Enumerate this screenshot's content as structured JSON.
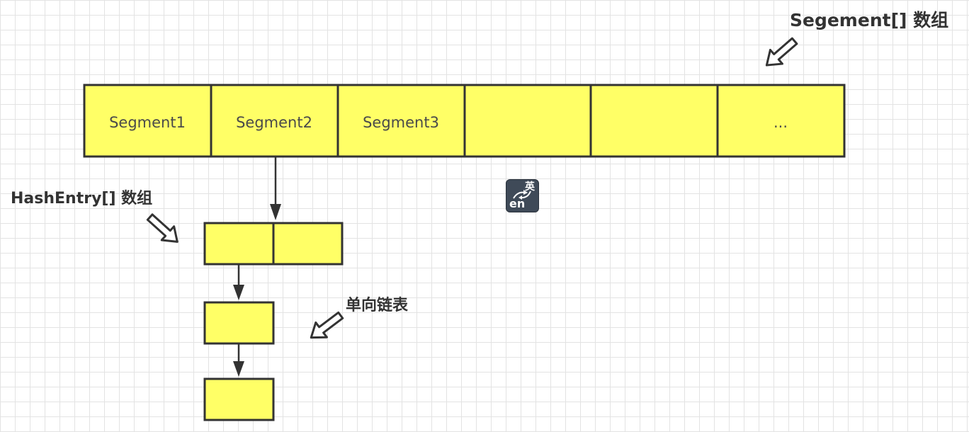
{
  "segment_array": {
    "caption": "Segement[] 数组",
    "cells": [
      "Segment1",
      "Segment2",
      "Segment3",
      "",
      "",
      "..."
    ]
  },
  "hashentry_array": {
    "caption": "HashEntry[] 数组"
  },
  "linked_list": {
    "caption": "单向链表"
  },
  "ime_indicator": {
    "top_text": "英",
    "bottom_text": "en"
  },
  "colors": {
    "cell_fill": "#ffff66",
    "stroke": "#333333",
    "grid": "#e3e3e3",
    "ime_background": "#3f4a58"
  }
}
